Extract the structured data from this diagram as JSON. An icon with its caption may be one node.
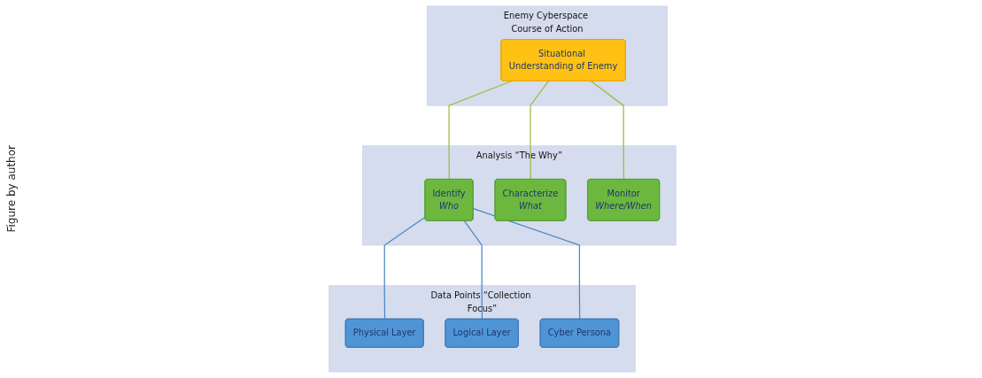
{
  "diagram": {
    "caption": "Figure by author",
    "nodes": [
      {
        "text": [
          "Enemy Cyberspace Course of Action"
        ]
      },
      {
        "text": [
          "Situational Understanding of Enemy"
        ],
        "in": 0
      },
      {
        "text": [
          "Analysis “The Why”"
        ]
      },
      {
        "text": [
          "Identify",
          "Who"
        ],
        "in": 2
      },
      {
        "text": [
          "Characterize",
          "What"
        ],
        "in": 2
      },
      {
        "text": [
          "Monitor",
          "Where/When"
        ],
        "in": 2
      },
      {
        "text": [
          "Data Points “Collection Focus”"
        ]
      },
      {
        "text": [
          "Physical Layer"
        ],
        "in": 6
      },
      {
        "text": [
          "Logical Layer"
        ],
        "in": 6
      },
      {
        "text": [
          "Cyber Persona"
        ],
        "in": 6
      }
    ],
    "edges": [
      {
        "from": 1,
        "to": 3,
        "arrow": "none",
        "color": "#9bbb3c"
      },
      {
        "from": 1,
        "to": 4,
        "arrow": "none",
        "color": "#9bbb3c"
      },
      {
        "from": 1,
        "to": 5,
        "arrow": "none",
        "color": "#9bbb3c"
      },
      {
        "from": 3,
        "to": 7,
        "arrow": "none",
        "color": "#4a86c5"
      },
      {
        "from": 3,
        "to": 8,
        "arrow": "none",
        "color": "#4a86c5"
      },
      {
        "from": 3,
        "to": 9,
        "arrow": "none",
        "color": "#4a86c5"
      }
    ]
  }
}
